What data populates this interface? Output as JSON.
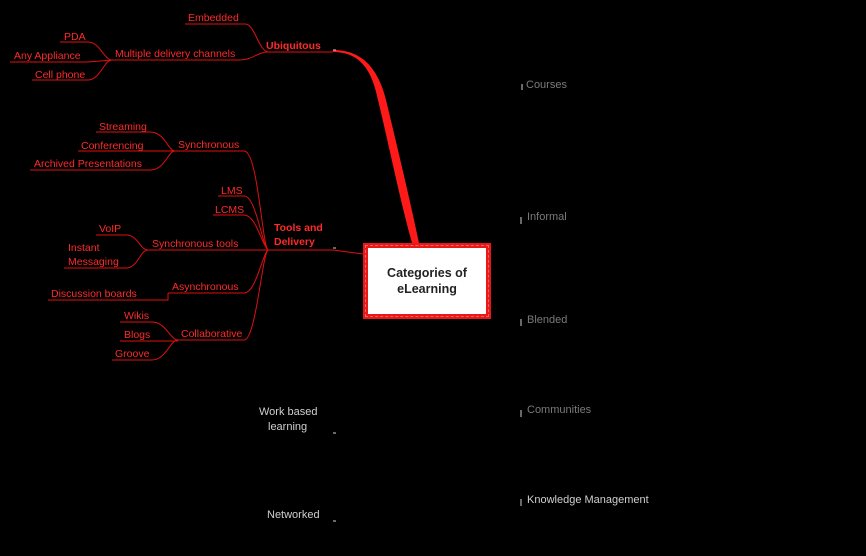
{
  "center": {
    "title": "Categories of eLearning"
  },
  "ubiquitous": {
    "label": "Ubiquitous",
    "embedded": "Embedded",
    "multiple": "Multiple delivery channels",
    "pda": "PDA",
    "any_appliance": "Any Appliance",
    "cell_phone": "Cell phone"
  },
  "tools": {
    "label_line1": "Tools and",
    "label_line2": "Delivery",
    "synchronous": "Synchronous",
    "streaming": "Streaming",
    "conferencing": "Conferencing",
    "archived": "Archived Presentations",
    "lms": "LMS",
    "lcms": "LCMS",
    "sync_tools": "Synchronous tools",
    "voip": "VoIP",
    "im_line1": "Instant",
    "im_line2": "Messaging",
    "asynchronous": "Asynchronous",
    "discussion": "Discussion boards",
    "collaborative": "Collaborative",
    "wikis": "Wikis",
    "blogs": "Blogs",
    "groove": "Groove"
  },
  "left_other": {
    "work_line1": "Work based",
    "work_line2": "learning",
    "networked": "Networked"
  },
  "right": {
    "courses": "Courses",
    "informal": "Informal",
    "blended": "Blended",
    "communities": "Communities",
    "km": "Knowledge Management"
  },
  "colors": {
    "accent": "#ff2a2a",
    "line": "#e01010",
    "center_border": "#e81818",
    "background": "#000000"
  }
}
